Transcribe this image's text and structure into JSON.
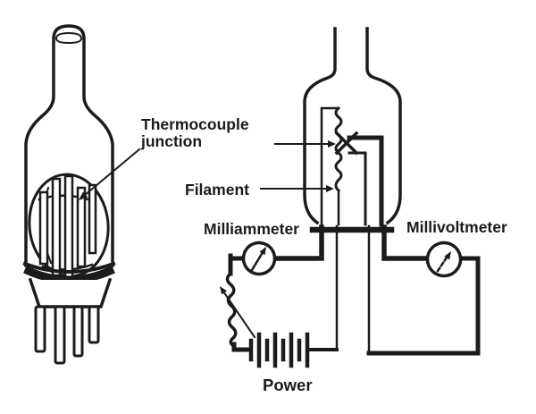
{
  "figure": {
    "kind": "thermocouple-vacuum-gauge-schematic",
    "background_color": "#ffffff",
    "ink_color": "#1b1b1b"
  },
  "labels": {
    "thermocouple_junction_line1": "Thermocouple",
    "thermocouple_junction_line2": "junction",
    "filament": "Filament",
    "milliammeter": "Milliammeter",
    "millivoltmeter": "Millivoltmeter",
    "power": "Power"
  }
}
